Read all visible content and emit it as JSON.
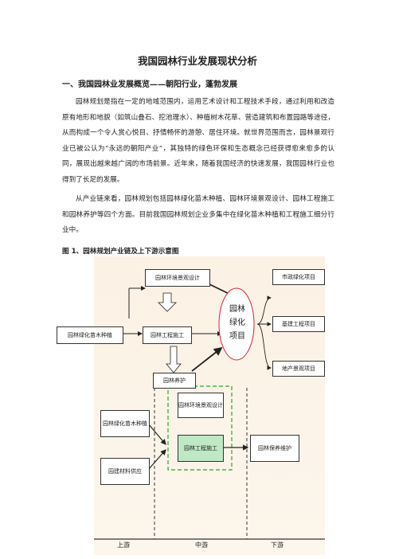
{
  "title": "我国园林行业发展现状分析",
  "section1": {
    "heading": "一、我国园林业发展概览——朝阳行业，蓬勃发展"
  },
  "paragraphs": [
    "园林规划是指在一定的地域范围内，运用艺术设计和工程技术手段，通过利用和改造原有地形和地貌（如筑山叠石、挖池理水）、种植树木花草、营造建筑和布置园路等途径，从而构成一个令人赏心悦目、抒情畅怀的游憩、居住环境。就世界范围而言，园林景观行业已被公认为“永远的朝阳产业”，其独特的绿色环保和生态概念已经获得愈来愈多的认同，展现出越来越广阔的市场前景。近年来，随着我国经济的快速发展，我国园林行业也得到了长足的发展。",
    "从产业链来看，园林规划包括园林绿化苗木种植、园林环境景观设计、园林工程施工和园林养护等四个方面。目前我国园林规划企业多集中在绿化苗木种植和工程施工细分行业中。"
  ],
  "figure": {
    "caption": "图 1、园林规划产业链及上下游示意图",
    "top": {
      "design": "园林环境景观设计",
      "seedling": "园林绿化苗木种植",
      "construction": "园林工程施工",
      "maintenance": "园林养护",
      "ellipse": [
        "园林",
        "绿化",
        "项目"
      ],
      "projects": [
        "市政绿化项目",
        "基建工程项目",
        "地产景观项目"
      ]
    },
    "bottom": {
      "seedling": "园林绿化苗木种植",
      "materials": "园建材料供应",
      "design": "园林环境景观设计",
      "construction": "园林工程施工",
      "maintenance": "园林保养维护",
      "stages": [
        "上游",
        "中游",
        "下游"
      ]
    }
  }
}
